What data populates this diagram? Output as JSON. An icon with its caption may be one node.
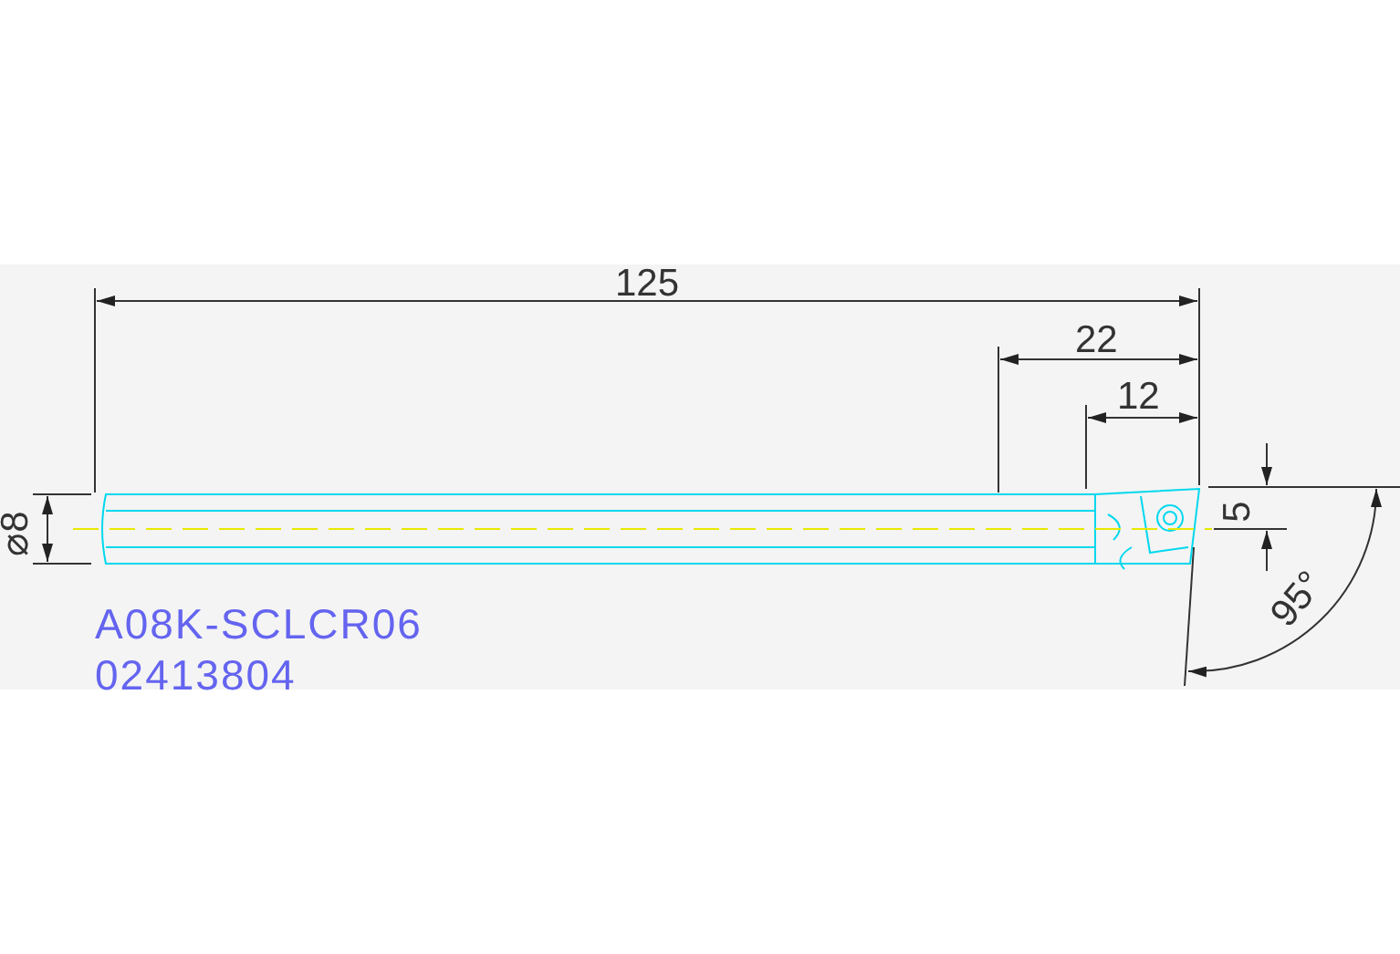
{
  "diagram": {
    "labels": [
      "125",
      "22",
      "12",
      "⌀8",
      "5",
      "95°",
      "A08K-SCLCR06",
      "02413804"
    ]
  }
}
